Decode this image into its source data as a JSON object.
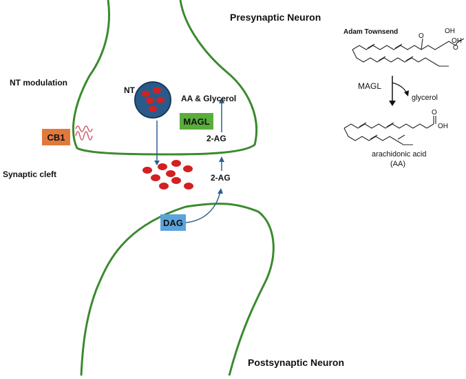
{
  "labels": {
    "presynaptic": "Presynaptic Neuron",
    "postsynaptic": "Postsynaptic Neuron",
    "nt_modulation": "NT modulation",
    "synaptic_cleft": "Synaptic cleft",
    "nt": "NT",
    "aa_glycerol": "AA & Glycerol",
    "two_ag_upper": "2-AG",
    "two_ag_lower": "2-AG"
  },
  "boxes": {
    "cb1": "CB1",
    "magl": "MAGL",
    "dag": "DAG"
  },
  "chemistry": {
    "author": "Adam Townsend",
    "enzyme": "MAGL",
    "byproduct": "glycerol",
    "oh_top": "OH",
    "oh_mid": "OH",
    "oh_product": "OH",
    "o_ester": "O",
    "o_carbonyl": "O",
    "o_acid": "O",
    "product_name": "arachidonic acid",
    "product_abbr": "(AA)"
  },
  "colors": {
    "membrane": "#3a8a2e",
    "cb1_fill": "#e07a3c",
    "magl_fill": "#5aad3c",
    "dag_fill": "#5ba3db",
    "vesicle_fill": "#2a5a8a",
    "nt_fill": "#d42020",
    "arrow": "#2b5f8f"
  }
}
